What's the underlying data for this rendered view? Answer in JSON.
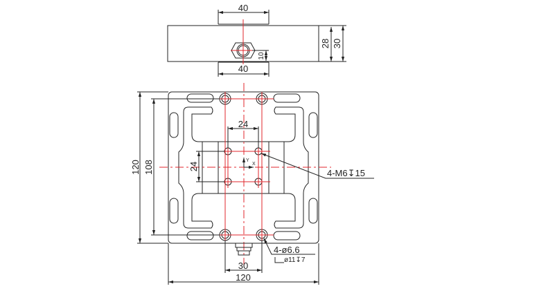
{
  "top_view": {
    "dim_top_width": "40",
    "dim_bottom_width": "40",
    "dim_inner_height": "28",
    "dim_outer_height": "30",
    "dim_connector_height": "10"
  },
  "plan_view": {
    "dim_overall_height": "120",
    "dim_hole_pitch_vertical": "108",
    "dim_thread_pitch_horizontal": "24",
    "dim_thread_pitch_vertical": "24",
    "thread_callout": "4-M6↧15",
    "hole_callout": "4-ø6.6",
    "counterbore_callout": "ø11↧7",
    "dim_hole_spacing_bottom": "30",
    "dim_overall_width": "120",
    "axis_x_label": "X",
    "axis_y_label": "Y"
  },
  "colors": {
    "line": "#222222",
    "centerline": "#e0262b"
  }
}
